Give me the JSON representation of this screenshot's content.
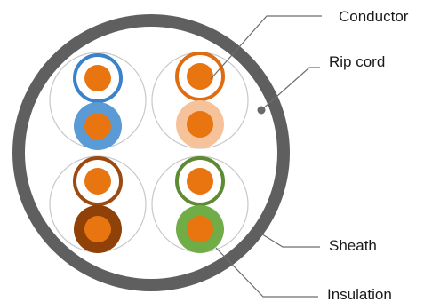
{
  "labels": {
    "conductor": "Conductor",
    "rip_cord": "Rip cord",
    "sheath": "Sheath",
    "insulation": "Insulation"
  },
  "colors": {
    "sheath": "#5f5f5f",
    "filler": "#ffffff",
    "pair_outline": "#c8c8c8",
    "conductor": "#e87510",
    "rip_cord": "#6a6a6a",
    "leader_line": "#6e6e6e"
  },
  "pairs": [
    {
      "name": "blue",
      "stripe_color": "#3a82c9",
      "solid_color": "#5b9bd5"
    },
    {
      "name": "orange",
      "stripe_color": "#e06c12",
      "solid_color": "#f6c29a"
    },
    {
      "name": "brown",
      "stripe_color": "#9a4a12",
      "solid_color": "#8f4108"
    },
    {
      "name": "green",
      "stripe_color": "#5d8a32",
      "solid_color": "#70ad47"
    }
  ]
}
